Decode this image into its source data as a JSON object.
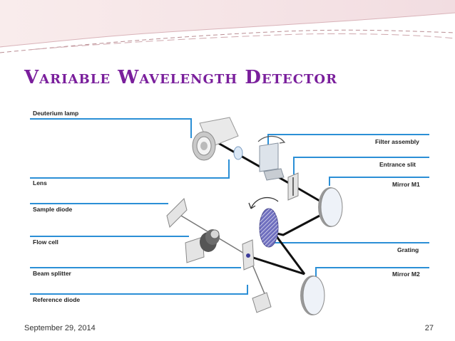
{
  "slide": {
    "title": "Variable Wavelength Detector",
    "date": "September 29, 2014",
    "page_number": "27"
  },
  "diagram": {
    "labels": {
      "deuterium_lamp": "Deuterium lamp",
      "lens": "Lens",
      "sample_diode": "Sample diode",
      "flow_cell": "Flow cell",
      "beam_splitter": "Beam splitter",
      "reference_diode": "Reference diode",
      "filter_assembly": "Filter assembly",
      "entrance_slit": "Entrance slit",
      "mirror_m1": "Mirror M1",
      "grating": "Grating",
      "mirror_m2": "Mirror M2"
    }
  },
  "colors": {
    "title": "#7a1f9c",
    "leader_line": "#2b8fd6",
    "grating_fill": "#6f6fbf",
    "beam": "#111111",
    "header_band": "#f6e4e6"
  }
}
